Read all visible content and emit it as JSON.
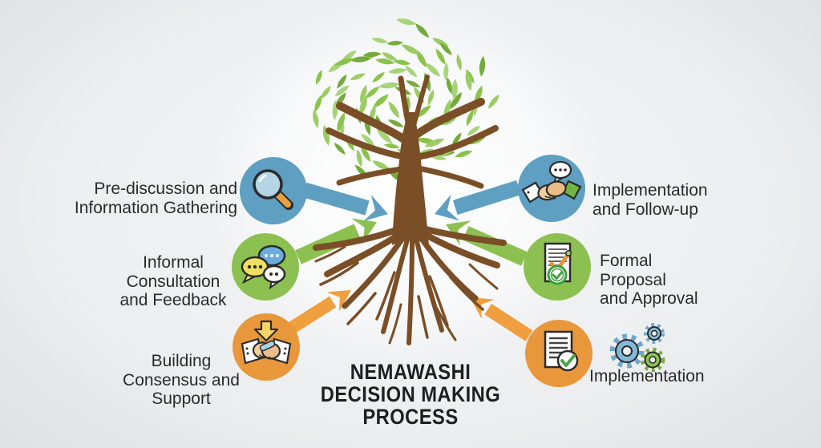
{
  "title": {
    "text": "NEMAWASHI\nDECISION MAKING\nPROCESS"
  },
  "colors": {
    "blue": "#5e9fc2",
    "green": "#8cc152",
    "orange": "#e8983b",
    "arrow_orange": "#ef9f3e",
    "trunk": "#7a4e26",
    "leaf_mid": "#8bc34a",
    "leaf_light": "#9ccc65",
    "leaf_dark": "#74ab3c",
    "leaf_pale": "#a6d478",
    "text": "#2b2b2b",
    "bg_center": "#f4f5f6",
    "bg_edge": "#d9dee2"
  },
  "steps": {
    "left": [
      {
        "label": "Pre-discussion and\nInformation Gathering",
        "icon": "magnifier-icon",
        "color": "blue"
      },
      {
        "label": "Informal\nConsultation\nand Feedback",
        "icon": "speech-bubbles-icon",
        "color": "green"
      },
      {
        "label": "Building\nConsensus and\nSupport",
        "icon": "handshake-agreement-icon",
        "color": "orange"
      }
    ],
    "right": [
      {
        "label": "Implementation\nand Follow-up",
        "icon": "handshake-discussion-icon",
        "color": "blue"
      },
      {
        "label": "Formal\nProposal\nand Approval",
        "icon": "approved-document-icon",
        "color": "green"
      },
      {
        "label": "Implementation",
        "icon": "checked-document-icon",
        "color": "orange",
        "extra_icon": "gears-icon"
      }
    ]
  }
}
